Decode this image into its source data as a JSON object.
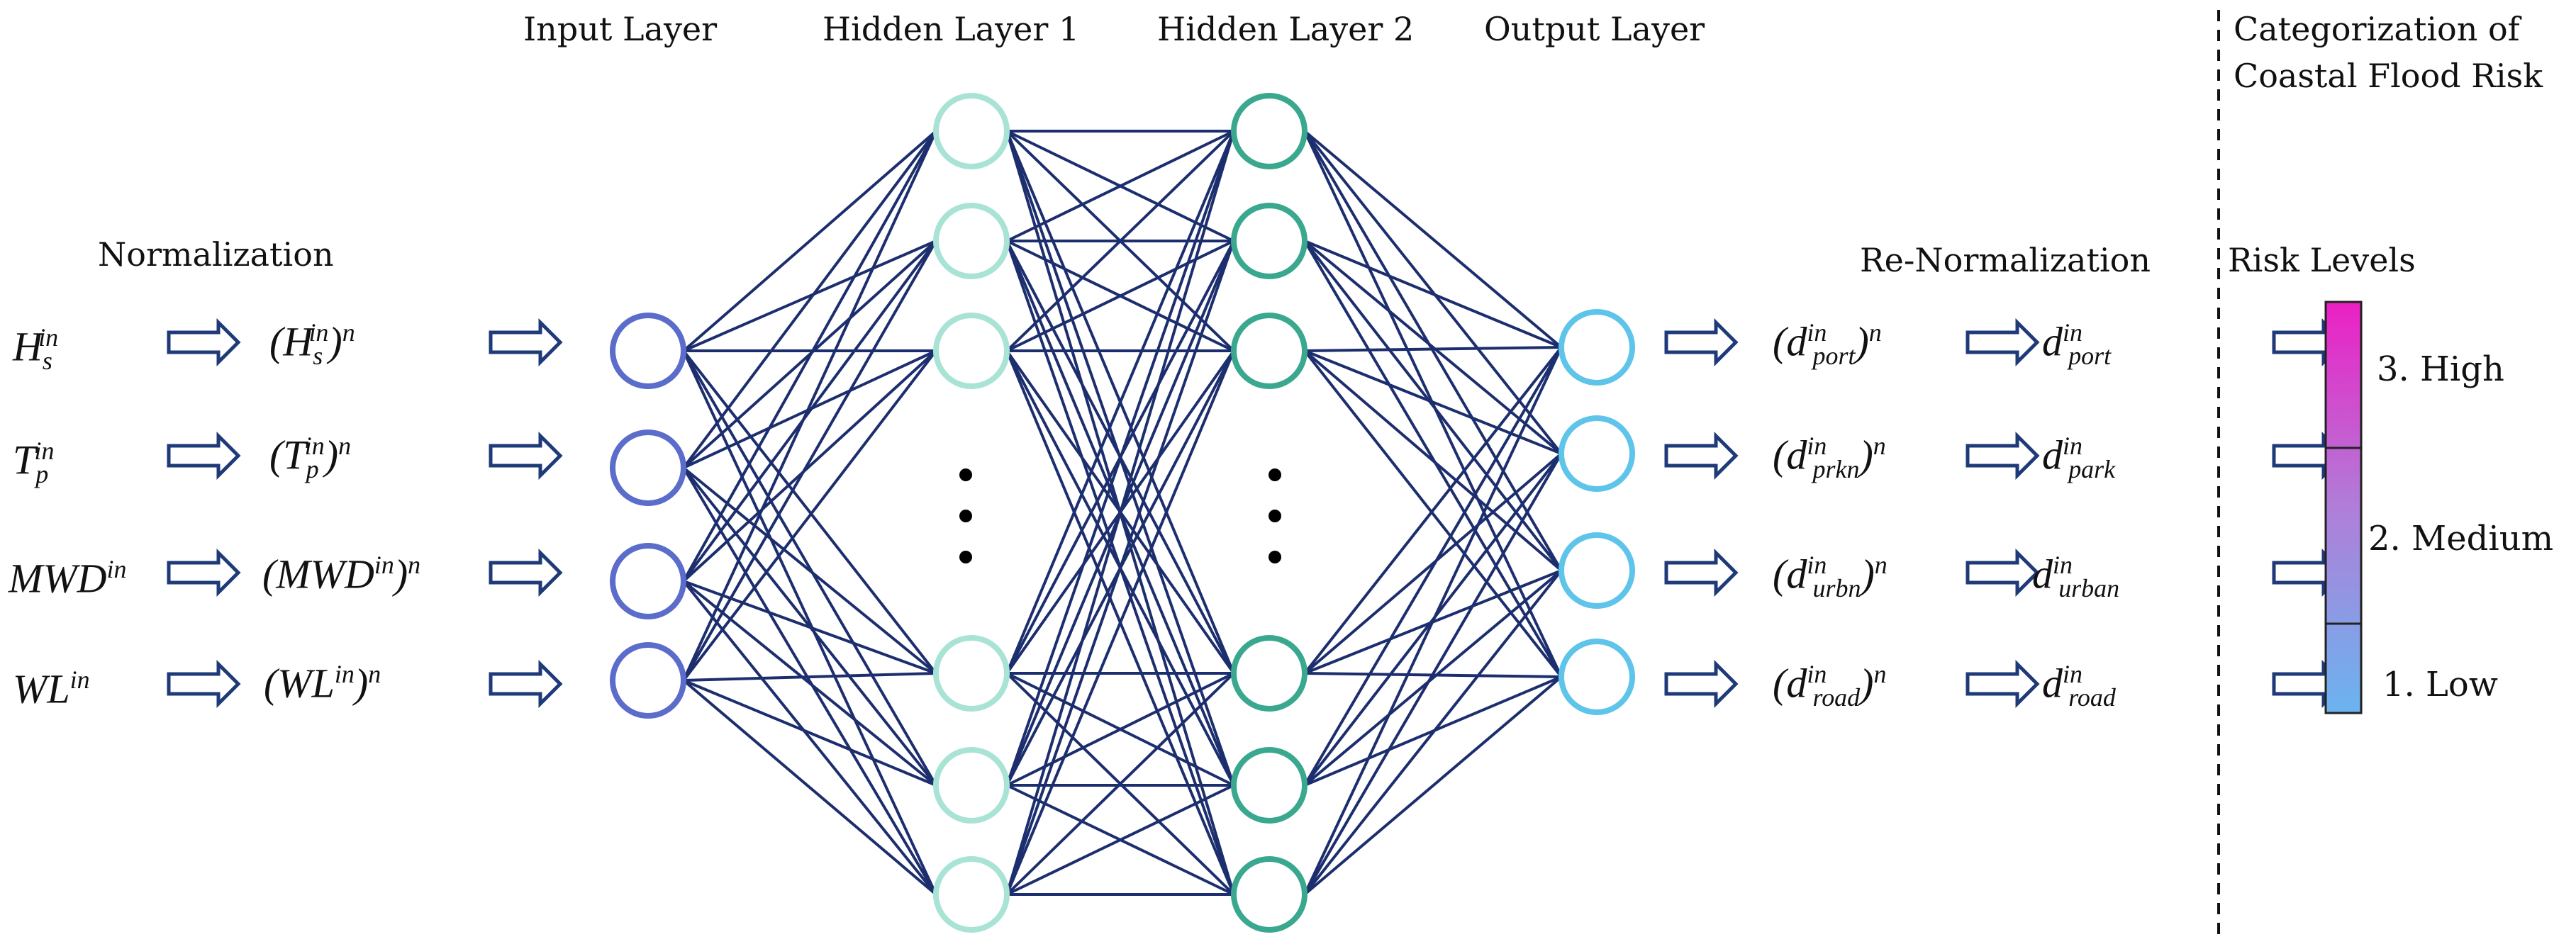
{
  "colors": {
    "edge": "#1c2e6e",
    "input_node": "#5b6ccb",
    "hidden1_node": "#a9e3d6",
    "hidden2_node": "#3aa88e",
    "output_node": "#5ec4ea",
    "arrow": "#1f3a78",
    "risk_high": "#ec1fc4",
    "risk_mid": "#b07ed8",
    "risk_low": "#6ab4f0"
  },
  "layers": {
    "input": "Input Layer",
    "hidden1": "Hidden Layer 1",
    "hidden2": "Hidden Layer 2",
    "output": "Output Layer"
  },
  "categorization": {
    "line1": "Categorization of",
    "line2": "Coastal Flood Risk"
  },
  "normalization": "Normalization",
  "renormalization": "Re-Normalization",
  "inputs": [
    {
      "base": "H",
      "sub": "s",
      "sup": "in",
      "norm_base": "(H",
      "norm_sub": "s",
      "norm_sup": "in",
      "norm_close": ")",
      "norm_exp": "n"
    },
    {
      "base": "T",
      "sub": "p",
      "sup": "in",
      "norm_base": "(T",
      "norm_sub": "p",
      "norm_sup": "in",
      "norm_close": ")",
      "norm_exp": "n"
    },
    {
      "base": "MWD",
      "sub": "",
      "sup": "in",
      "norm_base": "(MWD",
      "norm_sub": "",
      "norm_sup": "in",
      "norm_close": ")",
      "norm_exp": "n"
    },
    {
      "base": "WL",
      "sub": "",
      "sup": "in",
      "norm_base": "(WL",
      "norm_sub": "",
      "norm_sup": "in",
      "norm_close": ")",
      "norm_exp": "n"
    }
  ],
  "outputs": [
    {
      "open": "(d",
      "norm_sub": "port",
      "sup": "in",
      "close": ")",
      "exp": "n",
      "base": "d",
      "sub": "port"
    },
    {
      "open": "(d",
      "norm_sub": "prkn",
      "sup": "in",
      "close": ")",
      "exp": "n",
      "base": "d",
      "sub": "park"
    },
    {
      "open": "(d",
      "norm_sub": "urbn",
      "sup": "in",
      "close": ")",
      "exp": "n",
      "base": "d",
      "sub": "urban"
    },
    {
      "open": "(d",
      "norm_sub": "road",
      "sup": "in",
      "close": ")",
      "exp": "n",
      "base": "d",
      "sub": "road"
    }
  ],
  "risk": {
    "title": "Risk Levels",
    "high": "3. High",
    "medium": "2. Medium",
    "low": "1. Low"
  }
}
